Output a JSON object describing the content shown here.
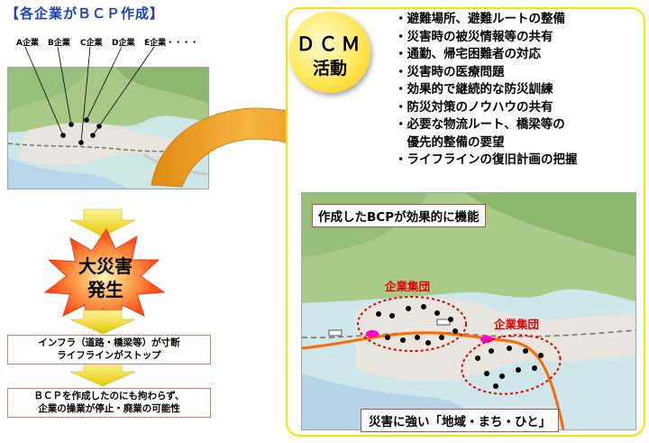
{
  "left": {
    "title": "【各企業がＢＣＰ作成】",
    "companies": [
      "A企業",
      "B企業",
      "C企業",
      "D企業",
      "E企業・・・・"
    ],
    "disaster_text": [
      "大災害",
      "発生"
    ],
    "box1_lines": [
      "インフラ（道路・橋梁等）が寸断",
      "ライフラインがストップ"
    ],
    "box2_lines": [
      "ＢＣＰを作成したのにも拘わらず、",
      "企業の操業が停止・廃業の可能性"
    ]
  },
  "right": {
    "badge_line1": "ＤＣＭ",
    "badge_line2": "活動",
    "bullets": [
      "・避難場所、避難ルートの整備",
      "・災害時の被災情報等の共有",
      "・通勤、帰宅困難者の対応",
      "・災害時の医療問題",
      "・効果的で継続的な防災訓練",
      "・防災対策のノウハウの共有",
      "・必要な物流ルート、橋梁等の",
      "　優先的整備の要望",
      "・ライフラインの復旧計画の把握"
    ],
    "map_caption": "作成したBCPが効果的に機能",
    "group_label_1": "企業集団",
    "group_label_2": "企業集団",
    "bottom_caption": "災害に強い「地域・まち・ひと」"
  },
  "colors": {
    "title_blue": "#1f3fbf",
    "badge_yellow": "#ffe95a",
    "panel_border": "#ffe300",
    "arrow_orange": "#f0a020",
    "group_red": "#e00000",
    "road_orange": "#ff6a00",
    "node_magenta": "#ff00cc"
  }
}
